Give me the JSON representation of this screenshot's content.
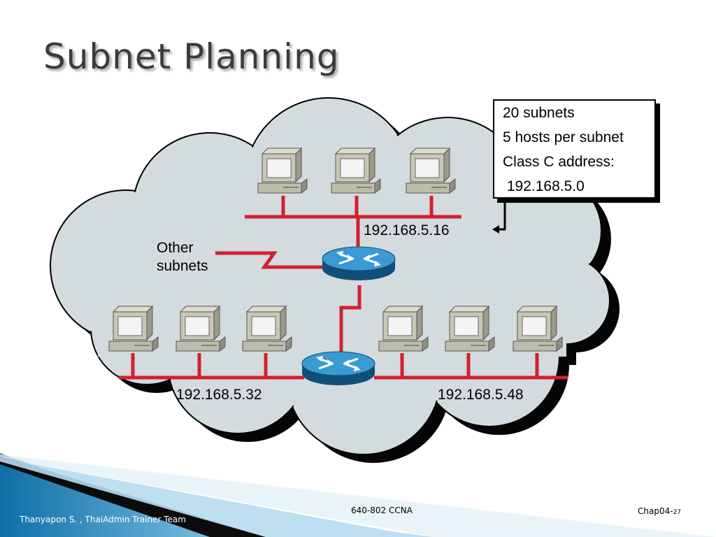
{
  "title": "Subnet Planning",
  "info_box": {
    "line1": "20 subnets",
    "line2": "5 hosts per subnet",
    "line3": "Class C address:",
    "line4": " 192.168.5.0"
  },
  "labels": {
    "top_subnet": "192.168.5.16",
    "left_subnet": "192.168.5.32",
    "right_subnet": "192.168.5.48",
    "other_line1": "Other",
    "other_line2": "subnets"
  },
  "footer": {
    "author": "Thanyapon S. , ThaiAdmin Trainer Team",
    "course": "640-802 CCNA",
    "chapter": "Chap04-",
    "page": "27"
  },
  "colors": {
    "cloud": "#d3dbde",
    "link": "#d3202f",
    "router": "#1f7ab0",
    "accent_stripe": "#1a8cc4"
  }
}
